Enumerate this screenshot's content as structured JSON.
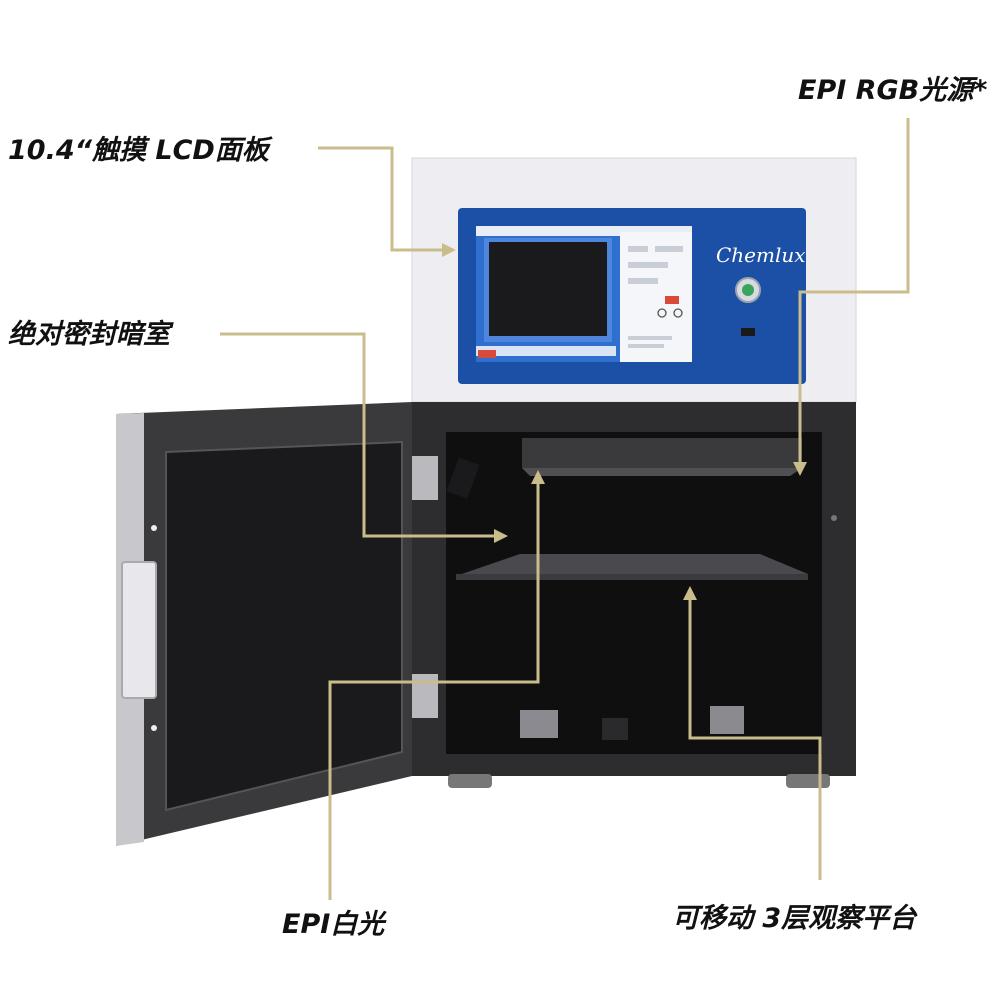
{
  "callouts": {
    "lcd_panel": "10.4“触摸 LCD面板",
    "rgb_light": "EPI RGB光源*",
    "dark_room": "绝对密封暗室",
    "white_light": "EPI白光",
    "shelf": "可移动 3层观察平台"
  },
  "device": {
    "brand": "Chemlux"
  },
  "colors": {
    "leader_line": "#c9bd8c",
    "panel_blue": "#1c4fa6",
    "housing_top": "#ececf0",
    "cabinet_dark": "#2b2b2e"
  },
  "icons": {
    "power": "power-button-icon"
  }
}
